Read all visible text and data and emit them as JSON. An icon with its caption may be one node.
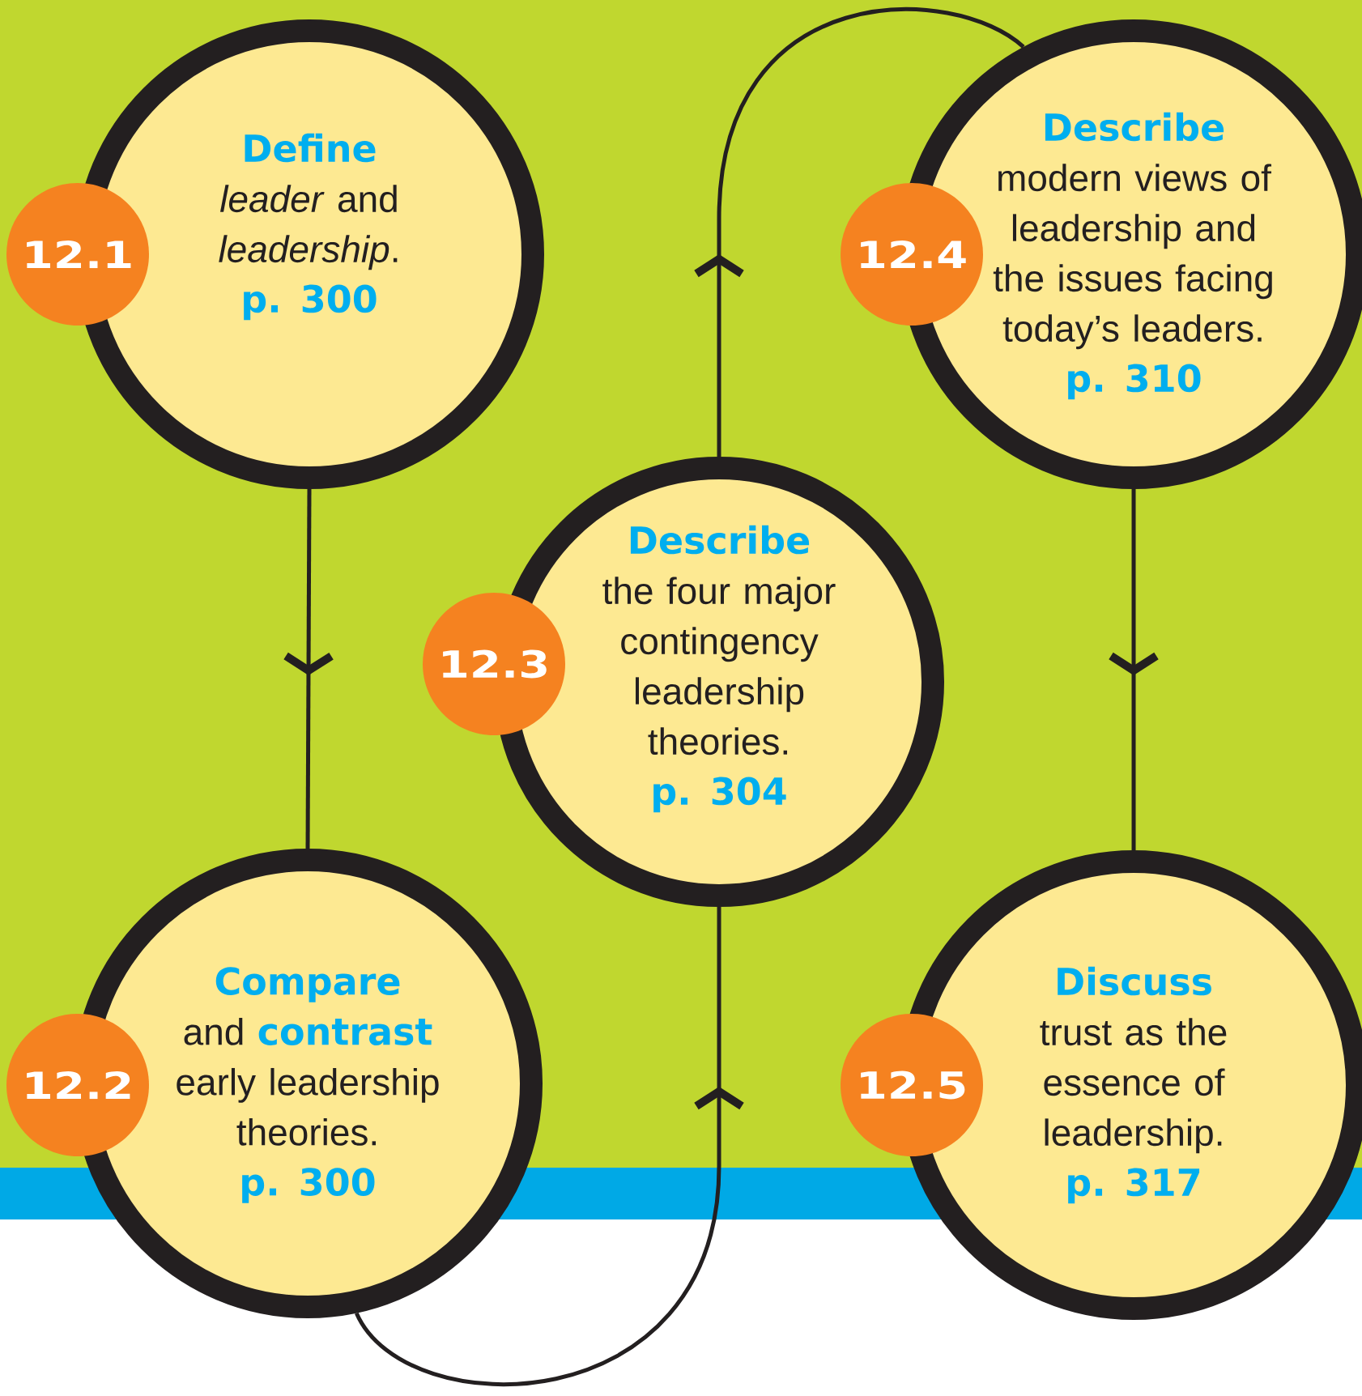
{
  "diagram": {
    "nodes": [
      {
        "text": [
          "Define",
          "*leader* and *leadership*.",
          "p. 300"
        ]
      },
      {
        "text": [
          "12.1"
        ]
      },
      {
        "text": [
          "Compare",
          "and",
          "contrast",
          "early leadership theories.",
          "p. 300"
        ]
      },
      {
        "text": [
          "12.2"
        ]
      },
      {
        "text": [
          "Describe",
          "the four major contingency leadership theories.",
          "p. 304"
        ]
      },
      {
        "text": [
          "12.3"
        ]
      },
      {
        "text": [
          "Describe",
          "modern views of leadership and the issues facing today’s leaders.",
          "p. 310"
        ]
      },
      {
        "text": [
          "12.4"
        ]
      },
      {
        "text": [
          "Discuss",
          "trust as the essence of leadership.",
          "p. 317"
        ]
      },
      {
        "text": [
          "12.5"
        ]
      }
    ],
    "edges": [
      {
        "from": 0,
        "to": 2,
        "arrow": "to"
      },
      {
        "from": 2,
        "to": 4,
        "arrow": "to"
      },
      {
        "from": 4,
        "to": 6,
        "arrow": "to"
      },
      {
        "from": 6,
        "to": 8,
        "arrow": "to"
      }
    ]
  }
}
